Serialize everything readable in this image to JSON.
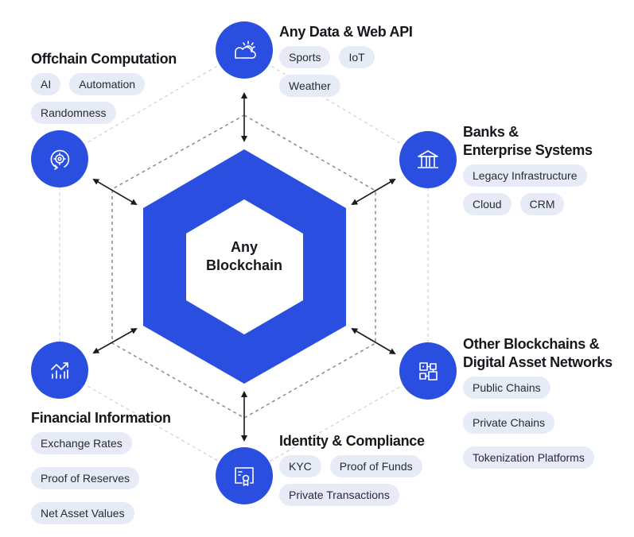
{
  "center": {
    "line1": "Any",
    "line2": "Blockchain"
  },
  "colors": {
    "brand_blue": "#2a4fe0",
    "pill_bg": "#e6ebf7",
    "dash_outer": "#cfcfd6",
    "dash_inner": "#8a8a92",
    "arrow": "#1a1a1a"
  },
  "groups": {
    "data_api": {
      "title": "Any Data & Web API",
      "icon": "cloud-sun-icon",
      "pills": [
        "Sports",
        "IoT",
        "Weather"
      ]
    },
    "offchain": {
      "title": "Offchain Computation",
      "icon": "gear-refresh-icon",
      "pills": [
        "AI",
        "Automation",
        "Randomness"
      ]
    },
    "banks": {
      "title_line1": "Banks &",
      "title_line2": "Enterprise Systems",
      "icon": "bank-icon",
      "pills": [
        "Legacy Infrastructure",
        "Cloud",
        "CRM"
      ]
    },
    "other_chains": {
      "title_line1": "Other Blockchains &",
      "title_line2": "Digital Asset Networks",
      "icon": "network-blocks-icon",
      "pills": [
        "Public Chains",
        "Private Chains",
        "Tokenization Platforms"
      ]
    },
    "identity": {
      "title": "Identity & Compliance",
      "icon": "certificate-icon",
      "pills": [
        "KYC",
        "Proof of Funds",
        "Private Transactions"
      ]
    },
    "financial": {
      "title": "Financial Information",
      "icon": "chart-trend-icon",
      "pills": [
        "Exchange Rates",
        "Proof of Reserves",
        "Net Asset Values"
      ]
    }
  }
}
